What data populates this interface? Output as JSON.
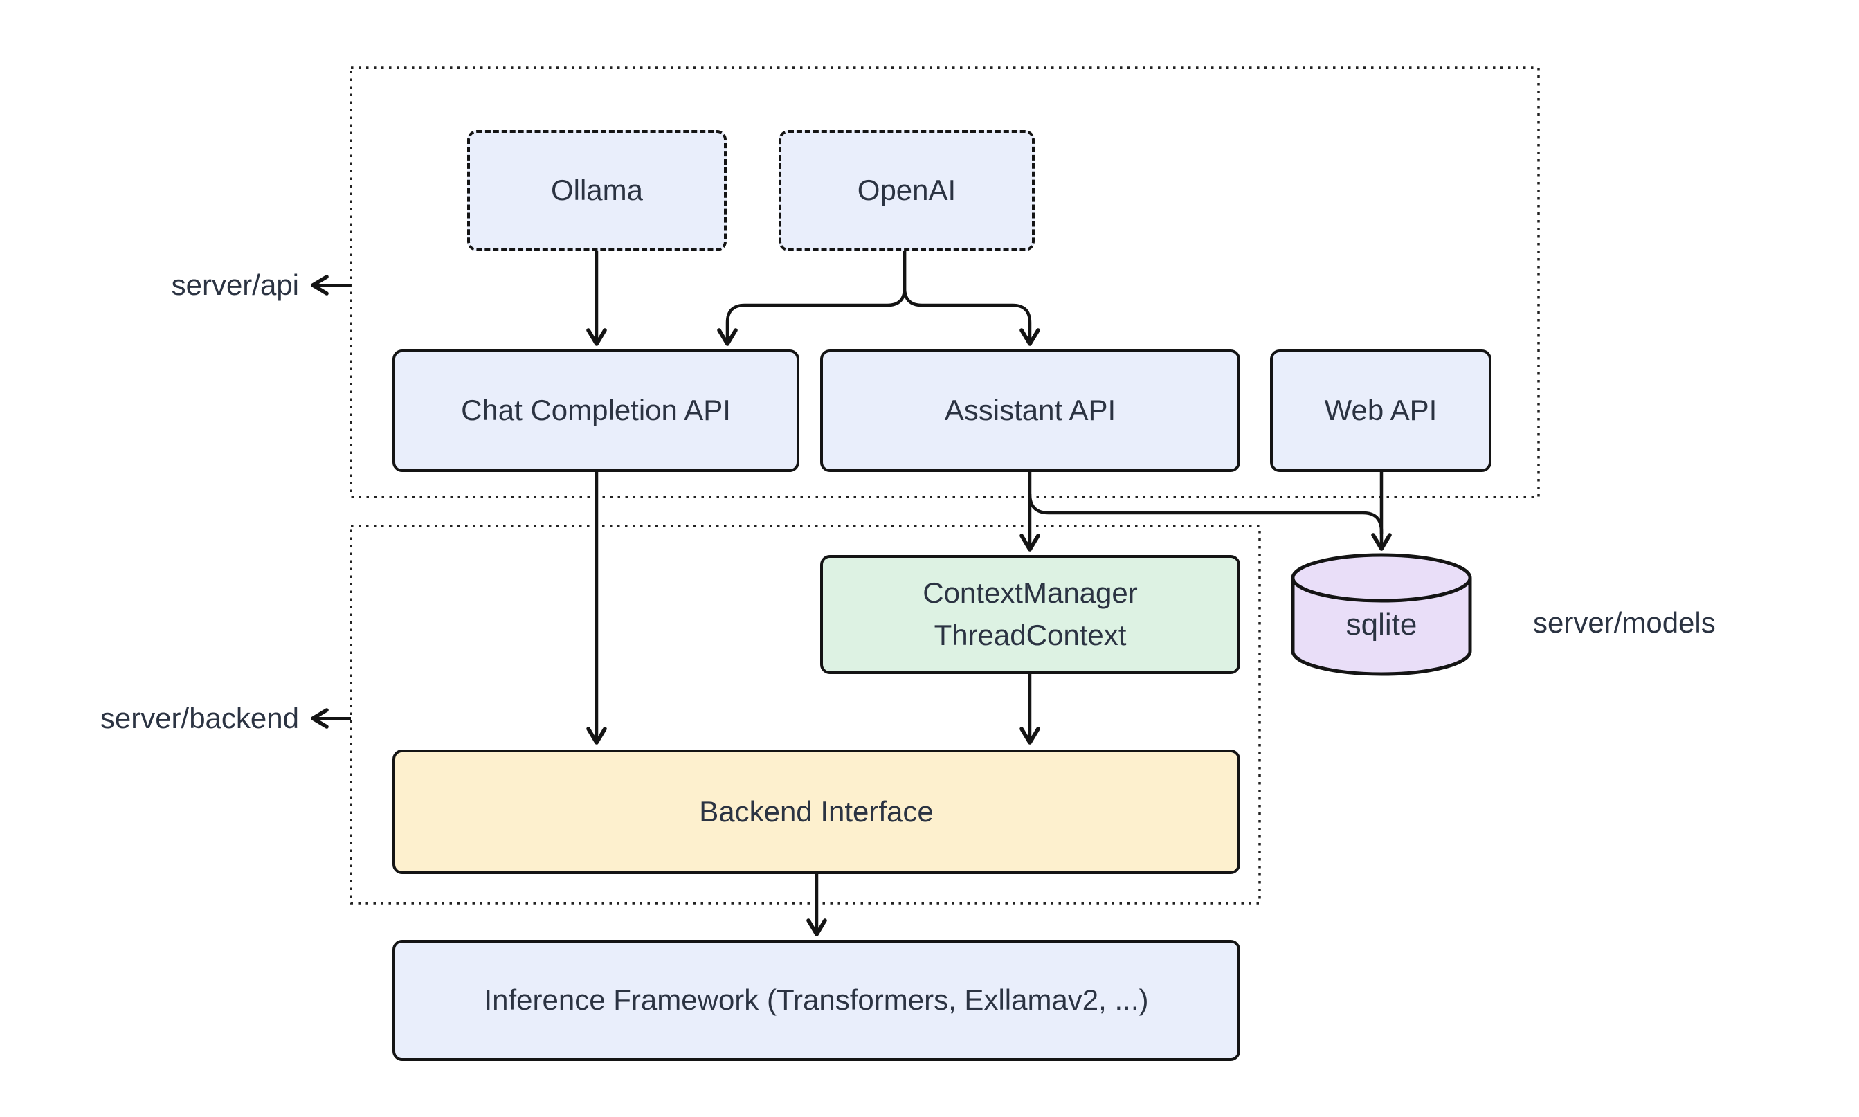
{
  "diagram_type": "architecture-flowchart",
  "nodes": {
    "ollama": {
      "label": "Ollama",
      "style": "dashed",
      "fill": "#e9eefb"
    },
    "openai": {
      "label": "OpenAI",
      "style": "dashed",
      "fill": "#e9eefb"
    },
    "chat_completion_api": {
      "label": "Chat Completion API",
      "style": "solid",
      "fill": "#e9eefb"
    },
    "assistant_api": {
      "label": "Assistant API",
      "style": "solid",
      "fill": "#e9eefb"
    },
    "web_api": {
      "label": "Web API",
      "style": "solid",
      "fill": "#e9eefb"
    },
    "context_manager": {
      "line1": "ContextManager",
      "line2": "ThreadContext",
      "style": "solid",
      "fill": "#ddf2e3"
    },
    "sqlite": {
      "label": "sqlite",
      "shape": "cylinder",
      "fill": "#e9def8"
    },
    "backend_interface": {
      "label": "Backend Interface",
      "style": "solid",
      "fill": "#fdf0ce"
    },
    "inference_framework": {
      "label": "Inference Framework (Transformers, Exllamav2, ...)",
      "style": "solid",
      "fill": "#e9eefb"
    }
  },
  "group_labels": {
    "api": {
      "label": "server/api"
    },
    "backend": {
      "label": "server/backend"
    },
    "models": {
      "label": "server/models"
    }
  },
  "edges": [
    {
      "from": "Ollama",
      "to": "Chat Completion API"
    },
    {
      "from": "OpenAI",
      "to": "Chat Completion API"
    },
    {
      "from": "OpenAI",
      "to": "Assistant API"
    },
    {
      "from": "Chat Completion API",
      "to": "Backend Interface"
    },
    {
      "from": "Assistant API",
      "to": "ContextManager ThreadContext"
    },
    {
      "from": "Assistant API",
      "to": "sqlite"
    },
    {
      "from": "Web API",
      "to": "sqlite"
    },
    {
      "from": "ContextManager ThreadContext",
      "to": "Backend Interface"
    },
    {
      "from": "Backend Interface",
      "to": "Inference Framework (Transformers, Exllamav2, ...)"
    }
  ],
  "colors": {
    "background": "#ffffff",
    "border": "#141414",
    "dotted_container": "#222222",
    "text": "#2b3342",
    "node_blue": "#e9eefb",
    "node_green": "#ddf2e3",
    "node_purple": "#e9def8",
    "node_yellow": "#fdf0ce"
  }
}
